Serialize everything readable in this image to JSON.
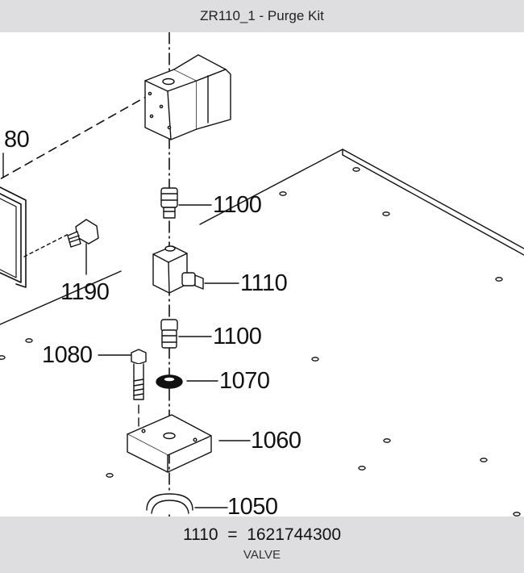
{
  "header": {
    "title": "ZR110_1 - Purge Kit"
  },
  "callouts": {
    "c80": "80",
    "c1100a": "1100",
    "c1190": "1190",
    "c1110": "1110",
    "c1100b": "1100",
    "c1080": "1080",
    "c1070": "1070",
    "c1060": "1060",
    "c1050": "1050"
  },
  "selection": {
    "item": "1110",
    "equals": "=",
    "part_number": "1621744300",
    "description": "VALVE"
  },
  "colors": {
    "bar_background": "#dedee0",
    "line": "#111111"
  }
}
